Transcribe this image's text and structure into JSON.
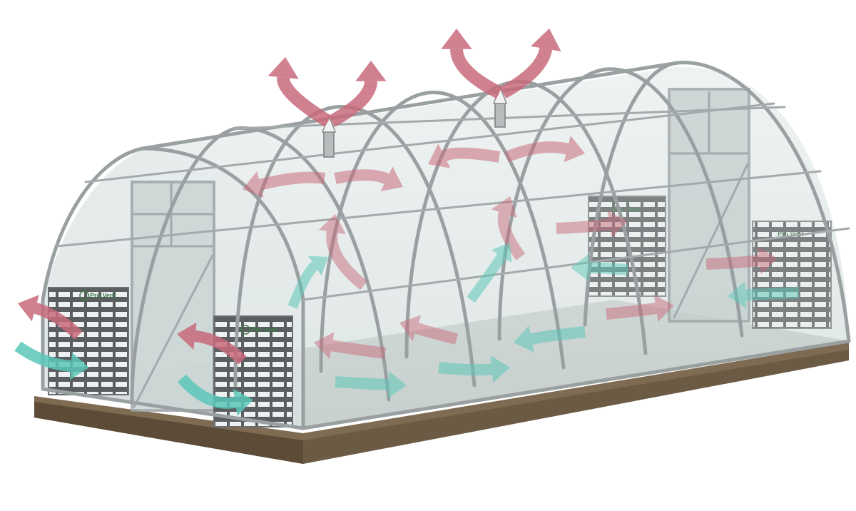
{
  "diagram": {
    "subject": "greenhouse-ventilation",
    "colors": {
      "hot_air": "#c86a7a",
      "cool_air": "#5cc7b8",
      "frame": "#9aa0a2",
      "foundation": "#6b5a44",
      "floor": "#9a9c98",
      "cover": "#dde6e4"
    },
    "vent_panel_brand": "Pro Vent",
    "roof_vents": 2,
    "wall_vent_panels": 4
  }
}
